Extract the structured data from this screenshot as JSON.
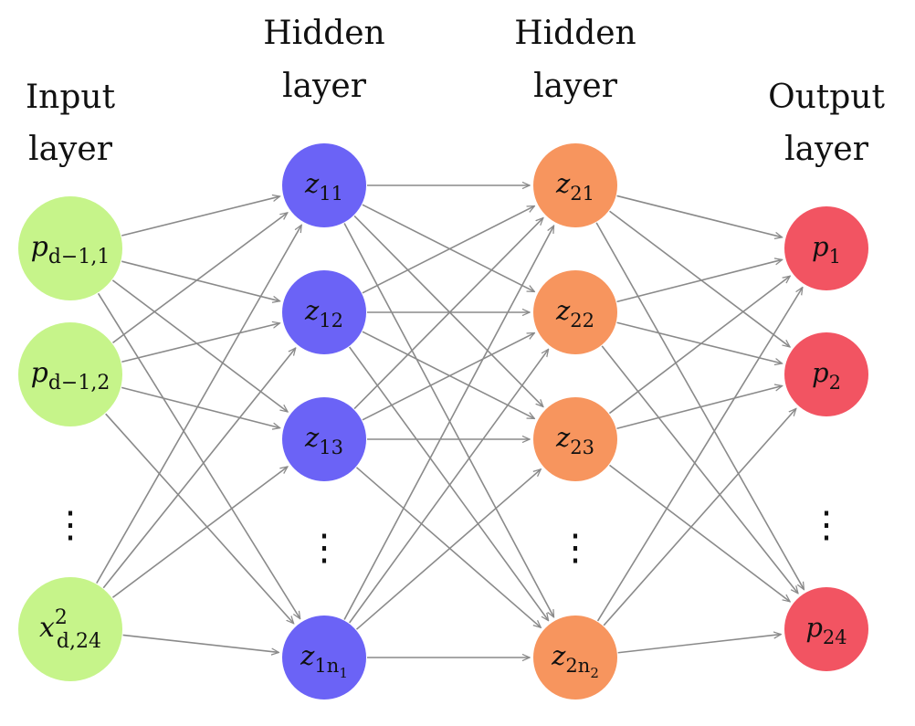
{
  "titles": {
    "input": [
      "Input",
      "layer"
    ],
    "hidden1": [
      "Hidden",
      "layer"
    ],
    "hidden2": [
      "Hidden",
      "layer"
    ],
    "output": [
      "Output",
      "layer"
    ]
  },
  "colors": {
    "input": "#c6f48a",
    "hidden1": "#6b63f6",
    "hidden2": "#f7955e",
    "output": "#f25462",
    "edge": "#8a8a8a"
  },
  "nodes": {
    "input": [
      {
        "base": "p",
        "sub": "d−1,1"
      },
      {
        "base": "p",
        "sub": "d−1,2"
      },
      {
        "base": "x",
        "sub": "d,24",
        "sup": "2"
      }
    ],
    "hidden1": [
      {
        "base": "z",
        "sub": "11"
      },
      {
        "base": "z",
        "sub": "12"
      },
      {
        "base": "z",
        "sub": "13"
      },
      {
        "base": "z",
        "sub": "1n",
        "subsub": "1"
      }
    ],
    "hidden2": [
      {
        "base": "z",
        "sub": "21"
      },
      {
        "base": "z",
        "sub": "22"
      },
      {
        "base": "z",
        "sub": "23"
      },
      {
        "base": "z",
        "sub": "2n",
        "subsub": "2"
      }
    ],
    "output": [
      {
        "base": "p",
        "sub": "1"
      },
      {
        "base": "p",
        "sub": "2"
      },
      {
        "base": "p",
        "sub": "24"
      }
    ]
  },
  "ellipsis": "⋮"
}
